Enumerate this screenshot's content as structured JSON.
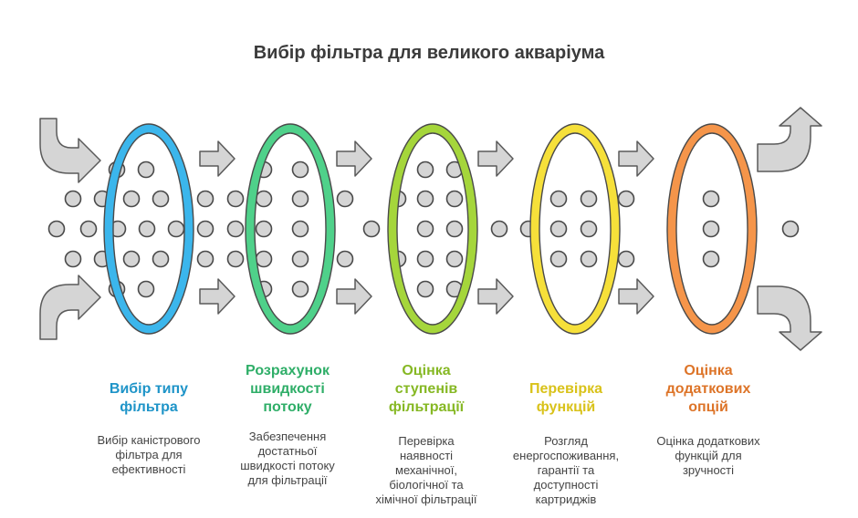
{
  "title": "Вибір фільтра для великого акваріума",
  "colors": {
    "arrow_fill": "#d5d5d5",
    "arrow_stroke": "#5a5a5a",
    "dot_fill": "#d5d5d5",
    "dot_stroke": "#4a4a4a"
  },
  "steps": [
    {
      "title": "Вибір типу фільтра",
      "title_lines": [
        "Вибір типу",
        "фільтра"
      ],
      "desc_lines": [
        "Вибір каністрового",
        "фільтра для",
        "ефективності"
      ],
      "color": "#3bb6ec",
      "color_dark": "#1e94c8"
    },
    {
      "title": "Розрахунок швидкості потоку",
      "title_lines": [
        "Розрахунок",
        "швидкості",
        "потоку"
      ],
      "desc_lines": [
        "Забезпечення",
        "достатньої",
        "швидкості потоку",
        "для фільтрації"
      ],
      "color": "#4fd18a",
      "color_dark": "#2fae68"
    },
    {
      "title": "Оцінка ступенів фільтрації",
      "title_lines": [
        "Оцінка",
        "ступенів",
        "фільтрації"
      ],
      "desc_lines": [
        "Перевірка",
        "наявності",
        "механічної,",
        "біологічної та",
        "хімічної фільтрації"
      ],
      "color": "#a5d63b",
      "color_dark": "#86b824"
    },
    {
      "title": "Перевірка функцій",
      "title_lines": [
        "Перевірка",
        "функцій"
      ],
      "desc_lines": [
        "Розгляд",
        "енергоспоживання,",
        "гарантії та",
        "доступності",
        "картриджів"
      ],
      "color": "#f6e03a",
      "color_dark": "#d9c21a"
    },
    {
      "title": "Оцінка додаткових опцій",
      "title_lines": [
        "Оцінка",
        "додаткових",
        "опцій"
      ],
      "desc_lines": [
        "Оцінка додаткових",
        "функцій для",
        "зручності"
      ],
      "color": "#f5954a",
      "color_dark": "#dd7428"
    }
  ]
}
